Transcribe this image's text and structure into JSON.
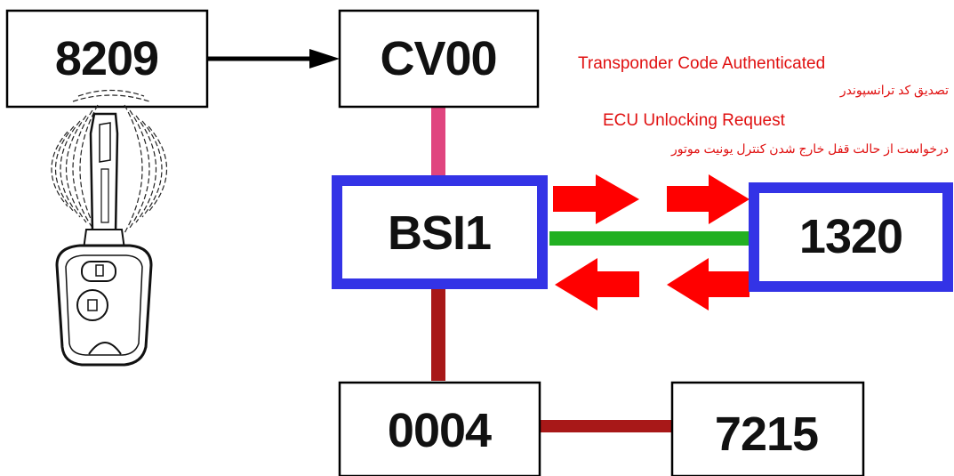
{
  "modules": {
    "key_transponder": "8209",
    "antenna": "CV00",
    "bsi": "BSI1",
    "engine_ecu": "1320",
    "diagnostic_socket": "0004",
    "immobiliser_module": "7215"
  },
  "annotations": {
    "transponder_authenticated_en": "Transponder Code Authenticated",
    "transponder_authenticated_fa": "تصدیق کد ترانسپوندر",
    "ecu_unlocking_request_en": "ECU Unlocking Request",
    "ecu_unlocking_request_fa": "درخواست از حالت قفل خارج شدن کنترل یونیت موتور"
  },
  "colors": {
    "highlight_border": "#3333e6",
    "signal_arrow": "#ff0000",
    "can_link_green": "#22b022",
    "link_pink": "#e0457f",
    "link_darkred": "#a81818",
    "annotation_text": "#e01010"
  },
  "icons": {
    "key_fob": "car-key-remote-icon",
    "radio_waves": "radio-waves-icon"
  }
}
